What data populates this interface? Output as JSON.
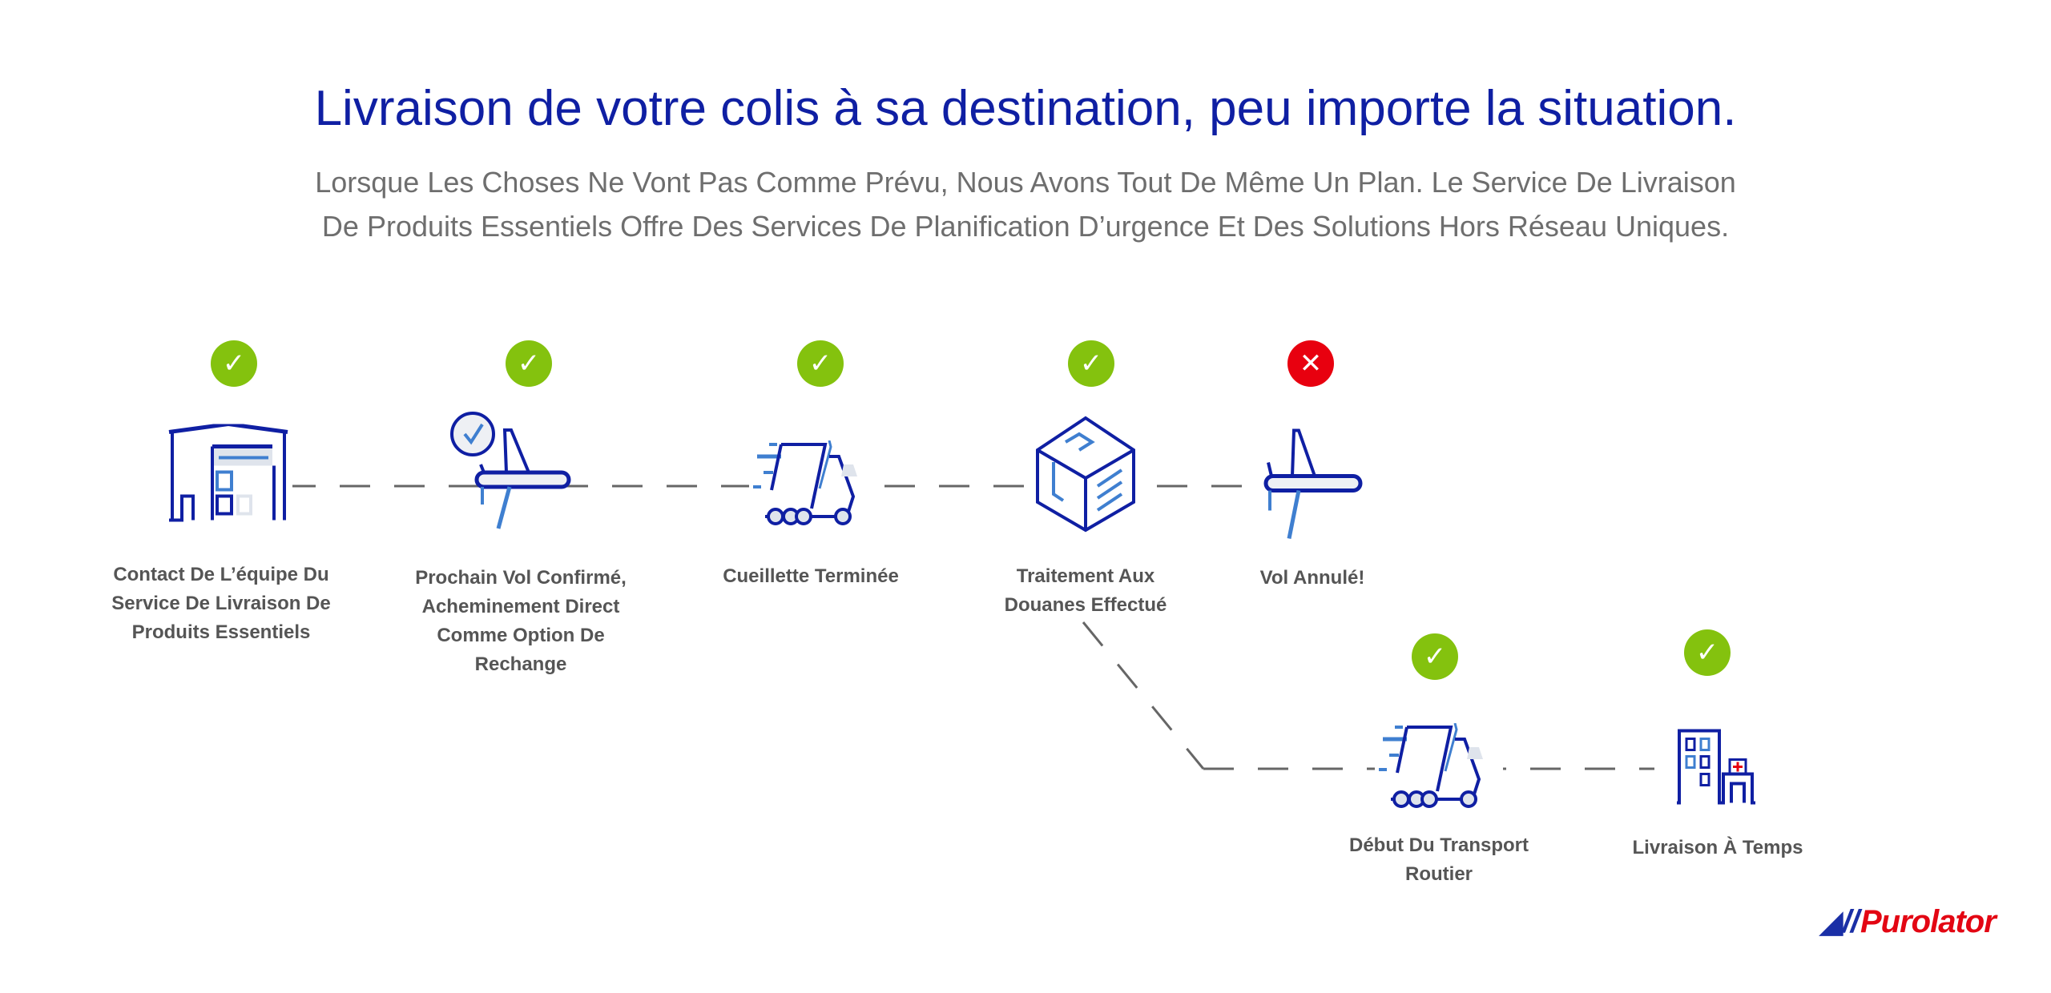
{
  "title": "Livraison de votre colis à sa destination, peu importe la situation.",
  "subtitle": "Lorsque Les Choses Ne Vont Pas Comme Prévu, Nous Avons Tout De Même Un Plan. Le Service De Livraison De Produits Essentiels Offre Des Services De Planification D’urgence Et Des Solutions Hors Réseau Uniques.",
  "colors": {
    "ok": "#84c20e",
    "fail": "#e8000f",
    "icon_dark": "#0f1fa3",
    "icon_light": "#3f7fd0"
  },
  "steps": [
    {
      "label": "Contact De L’équipe Du Service De Livraison De Produits Essentiels",
      "status": "ok",
      "icon": "warehouse-icon"
    },
    {
      "label": "Prochain Vol Confirmé, Acheminement Direct Comme Option De Rechange",
      "status": "ok",
      "icon": "plane-confirmed-icon"
    },
    {
      "label": "Cueillette Terminée",
      "status": "ok",
      "icon": "truck-icon"
    },
    {
      "label": "Traitement Aux Douanes Effectué",
      "status": "ok",
      "icon": "package-icon"
    },
    {
      "label": "Vol Annulé!",
      "status": "fail",
      "icon": "plane-icon"
    },
    {
      "label": "Début Du Transport Routier",
      "status": "ok",
      "icon": "truck-icon"
    },
    {
      "label": "Livraison À Temps",
      "status": "ok",
      "icon": "hospital-icon"
    }
  ],
  "status_glyphs": {
    "ok": "✓",
    "fail": "✕"
  },
  "logo": "Purolator"
}
